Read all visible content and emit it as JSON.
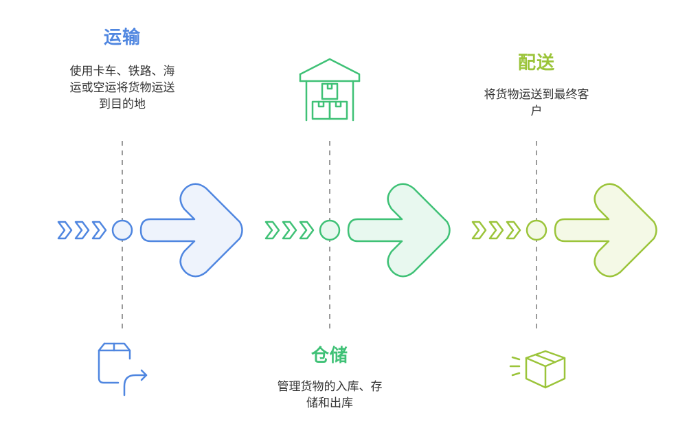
{
  "steps": [
    {
      "id": "transport",
      "title": "运输",
      "desc": "使用卡车、铁路、海\n运或空运将货物运送\n到目的地",
      "color": "#4f86e0",
      "fill": "#eef3fc",
      "icon": "box-arrow-icon"
    },
    {
      "id": "warehouse",
      "title": "仓储",
      "desc": "管理货物的入库、存\n储和出库",
      "color": "#3fc176",
      "fill": "#e8f8ef",
      "icon": "warehouse-boxes-icon"
    },
    {
      "id": "delivery",
      "title": "配送",
      "desc": "将货物运送到最终客\n户",
      "color": "#9bc43a",
      "fill": "#f4f9e6",
      "icon": "moving-package-icon"
    }
  ]
}
